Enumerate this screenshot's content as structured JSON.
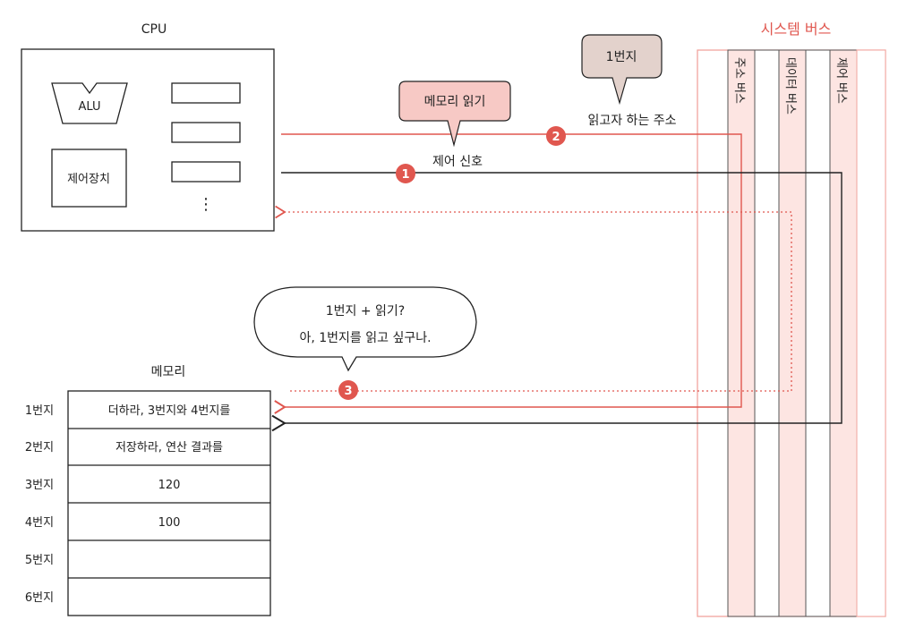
{
  "cpu": {
    "title": "CPU",
    "alu_label": "ALU",
    "control_unit_label": "제어장치",
    "register_ellipsis": "⋮"
  },
  "system_bus": {
    "title": "시스템 버스",
    "address_bus_label": "주소 버스",
    "data_bus_label": "데이터 버스",
    "control_bus_label": "제어 버스"
  },
  "signals": {
    "memory_read_bubble": "메모리 읽기",
    "address_bubble": "1번지",
    "address_caption": "읽고자 하는 주소",
    "control_caption": "제어 신호"
  },
  "steps": [
    "1",
    "2",
    "3"
  ],
  "memory_thought": {
    "line1": "1번지 + 읽기?",
    "line2": "아, 1번지를 읽고 싶구나."
  },
  "memory": {
    "title": "메모리",
    "rows": [
      {
        "address": "1번지",
        "value": "더하라, 3번지와 4번지를"
      },
      {
        "address": "2번지",
        "value": "저장하라, 연산 결과를"
      },
      {
        "address": "3번지",
        "value": "120"
      },
      {
        "address": "4번지",
        "value": "100"
      },
      {
        "address": "5번지",
        "value": ""
      },
      {
        "address": "6번지",
        "value": ""
      }
    ]
  },
  "colors": {
    "accent_red": "#e0574f",
    "bubble_pink": "#f7c9c5",
    "bubble_beige": "#e3d2cc",
    "bus_fill": "#fde5e2"
  }
}
